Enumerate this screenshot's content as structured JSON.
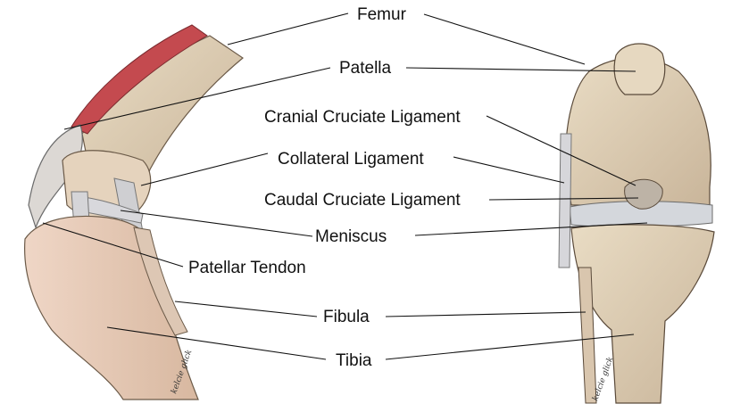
{
  "diagram": {
    "labels": {
      "femur": "Femur",
      "patella": "Patella",
      "cranial_cruciate": "Cranial Cruciate Ligament",
      "collateral": "Collateral Ligament",
      "caudal_cruciate": "Caudal Cruciate Ligament",
      "meniscus": "Meniscus",
      "patellar_tendon": "Patellar Tendon",
      "fibula": "Fibula",
      "tibia": "Tibia"
    },
    "signatures": [
      "kelcie glick",
      "kelcie glick"
    ]
  }
}
